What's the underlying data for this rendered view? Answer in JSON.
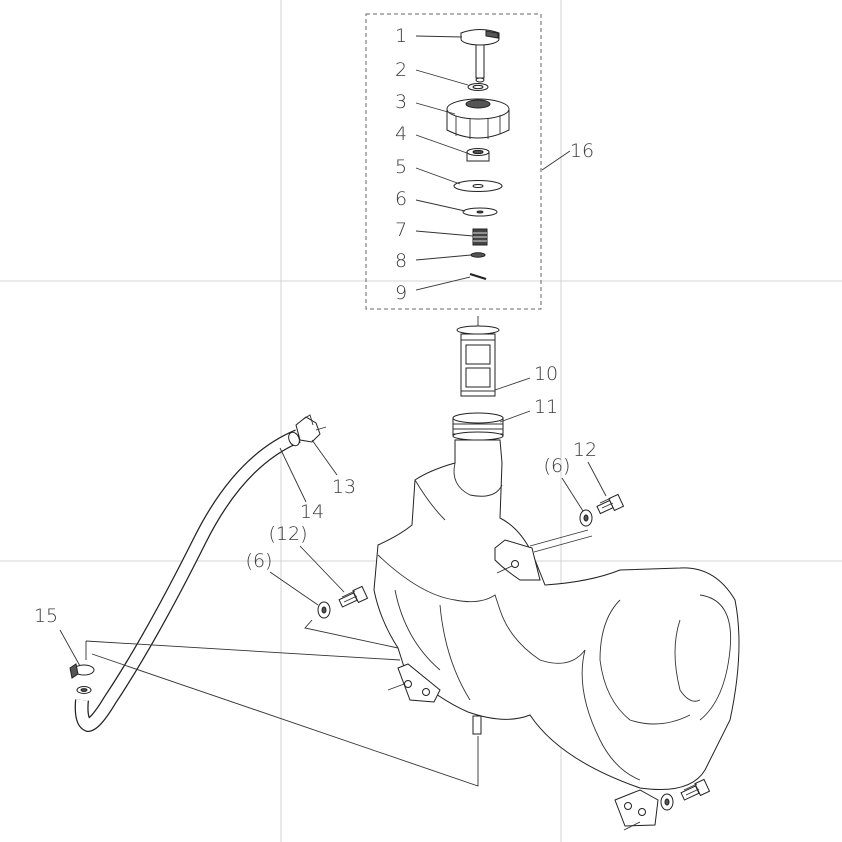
{
  "labels": {
    "l1": "1",
    "l2": "2",
    "l3": "3",
    "l4": "4",
    "l5": "5",
    "l6": "6",
    "l7": "7",
    "l8": "8",
    "l9": "9",
    "l10": "10",
    "l11": "11",
    "l12": "12",
    "l13": "13",
    "l14": "14",
    "l15": "15",
    "l16": "16",
    "l6_paren_a": "(6)",
    "l6_paren_b": "(6)",
    "l12_paren": "(12)"
  }
}
